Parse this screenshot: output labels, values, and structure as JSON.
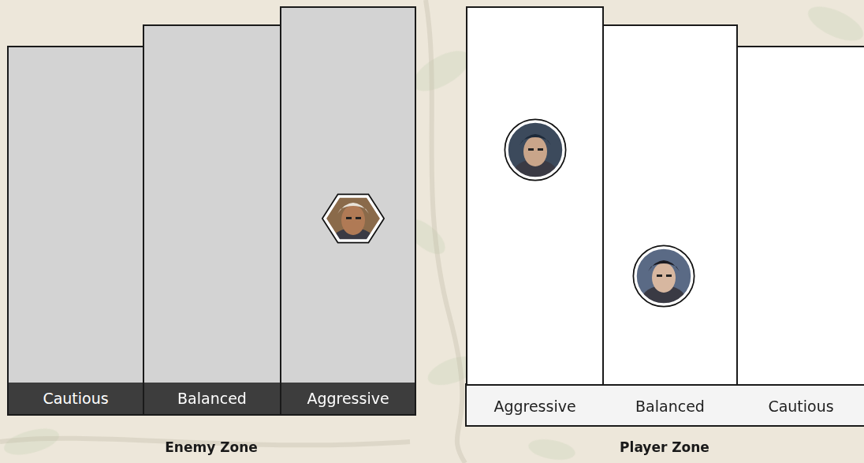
{
  "diagram": {
    "nodes": [
      {
        "text": [
          "Cautious"
        ]
      },
      {
        "text": [
          "Balanced"
        ]
      },
      {
        "text": [
          "Aggressive"
        ]
      },
      {
        "text": [
          "Aggressive"
        ]
      },
      {
        "text": [
          "Balanced"
        ]
      },
      {
        "text": [
          "Cautious"
        ]
      }
    ],
    "labels": [
      "Enemy Zone",
      "Player Zone"
    ]
  }
}
